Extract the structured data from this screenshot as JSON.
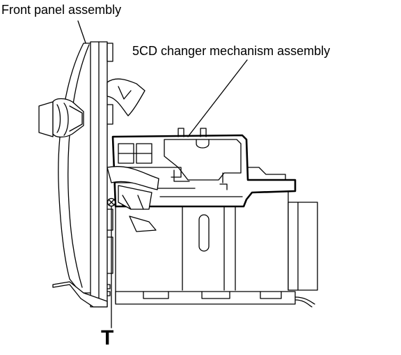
{
  "labels": {
    "front_panel": "Front panel assembly",
    "mechanism": "5CD changer mechanism assembly",
    "screw": "T"
  },
  "colors": {
    "line": "#000000",
    "background": "#ffffff"
  }
}
